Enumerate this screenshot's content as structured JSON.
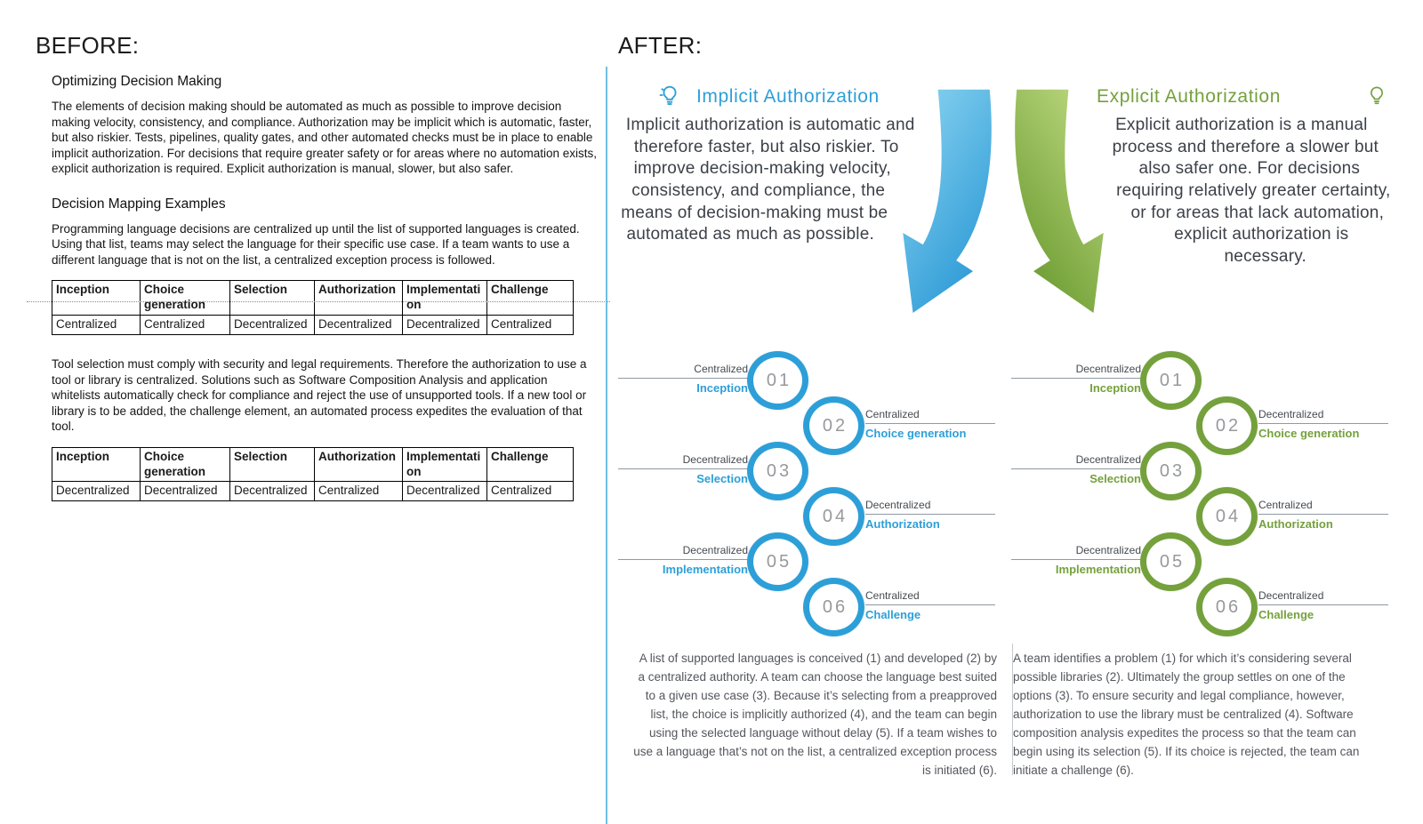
{
  "before": {
    "heading": "BEFORE:",
    "s1_title": "Optimizing Decision Making",
    "s1_body": "The elements of decision making should be automated as much as possible to improve decision making velocity, consistency, and compliance.  Authorization may be implicit which is automatic, faster, but also riskier.  Tests, pipelines, quality gates, and other automated checks must be in place to enable implicit authorization.  For decisions that require greater safety or for areas where no automation exists, explicit authorization is required.  Explicit authorization is manual, slower, but also safer.",
    "s2_title": "Decision Mapping Examples",
    "s2_body": "Programming language decisions are centralized up until the list of supported languages is created.  Using that list, teams may select the language for their specific use case.  If a team wants to use a different language that is not on the list, a centralized exception process is followed.",
    "s3_body": "Tool selection must comply with security and legal requirements.  Therefore the authorization to use a tool or library is centralized.  Solutions such as Software Composition Analysis and application whitelists automatically check for compliance and reject the use of unsupported tools.  If a new tool or library is to be added, the challenge element, an automated process expedites the evaluation of that tool.",
    "table_headers": [
      "Inception",
      "Choice generation",
      "Selection",
      "Authorization",
      "Implementation",
      "Challenge"
    ],
    "table1_row": [
      "Centralized",
      "Centralized",
      "Decentralized",
      "Decentralized",
      "Decentralized",
      "Centralized"
    ],
    "table2_row": [
      "Decentralized",
      "Decentralized",
      "Decentralized",
      "Centralized",
      "Decentralized",
      "Centralized"
    ]
  },
  "after": {
    "heading": "AFTER:",
    "implicit": {
      "title": "Implicit Authorization",
      "accent": "#2d9fd8",
      "intro": "Implicit authorization is automatic and therefore faster, but also riskier. To improve decision-making velocity, consistency, and compliance, the means of decision-making must be automated as much as possible.",
      "items": [
        {
          "num": "01",
          "loc": "Centralized",
          "stage": "Inception"
        },
        {
          "num": "02",
          "loc": "Centralized",
          "stage": "Choice generation"
        },
        {
          "num": "03",
          "loc": "Decentralized",
          "stage": "Selection"
        },
        {
          "num": "04",
          "loc": "Decentralized",
          "stage": "Authorization"
        },
        {
          "num": "05",
          "loc": "Decentralized",
          "stage": "Implementation"
        },
        {
          "num": "06",
          "loc": "Centralized",
          "stage": "Challenge"
        }
      ],
      "summary": "A list of supported languages is conceived (1) and developed (2) by a centralized authority. A team can choose the language best suited to a given use case (3). Because it’s selecting from a preapproved list, the choice is implicitly authorized (4), and the team can begin using the selected language without delay (5). If a team wishes to use a language that’s not on the list, a centralized exception process is initiated (6)."
    },
    "explicit": {
      "title": "Explicit Authorization",
      "accent": "#74a13c",
      "intro": "Explicit authorization is a manual process and therefore a slower but also safer one. For decisions requiring relatively greater certainty, or for areas that lack automation, explicit authorization is necessary.",
      "items": [
        {
          "num": "01",
          "loc": "Decentralized",
          "stage": "Inception"
        },
        {
          "num": "02",
          "loc": "Decentralized",
          "stage": "Choice generation"
        },
        {
          "num": "03",
          "loc": "Decentralized",
          "stage": "Selection"
        },
        {
          "num": "04",
          "loc": "Centralized",
          "stage": "Authorization"
        },
        {
          "num": "05",
          "loc": "Decentralized",
          "stage": "Implementation"
        },
        {
          "num": "06",
          "loc": "Decentralized",
          "stage": "Challenge"
        }
      ],
      "summary": "A team identifies a problem (1) for which it’s considering several possible libraries (2). Ultimately the group settles on one of the options (3). To ensure security and legal compliance, however, authorization to use the library must be centralized (4). Software composition analysis expedites the process so that the team can begin using its selection (5). If its choice is rejected, the team can initiate a challenge (6)."
    }
  }
}
